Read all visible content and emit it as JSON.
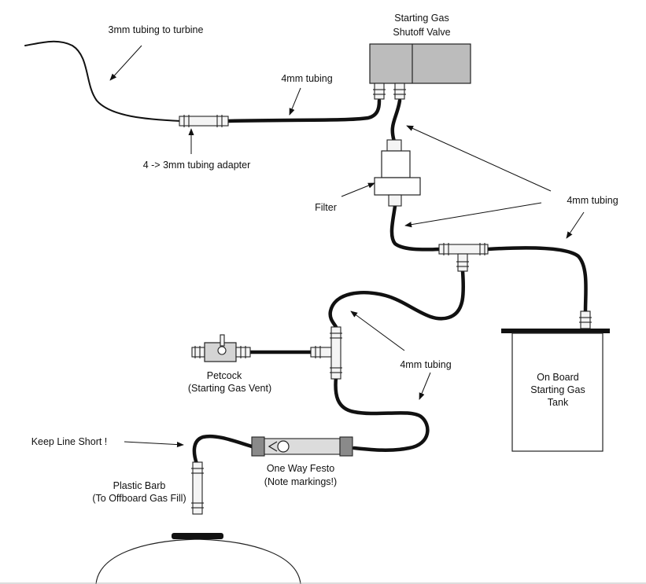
{
  "labels": {
    "tubing_to_turbine": "3mm tubing to turbine",
    "valve_line1": "Starting Gas",
    "valve_line2": "Shutoff Valve",
    "tubing_top": "4mm tubing",
    "adapter": "4 -> 3mm tubing adapter",
    "filter": "Filter",
    "tubing_right": "4mm tubing",
    "petcock_line1": "Petcock",
    "petcock_line2": "(Starting Gas Vent)",
    "tubing_mid": "4mm tubing",
    "tank_line1": "On Board",
    "tank_line2": "Starting Gas",
    "tank_line3": "Tank",
    "keep_short": "Keep Line Short !",
    "festo_line1": "One Way Festo",
    "festo_line2": "(Note markings!)",
    "barb_line1": "Plastic Barb",
    "barb_line2": "(To Offboard Gas Fill)"
  }
}
